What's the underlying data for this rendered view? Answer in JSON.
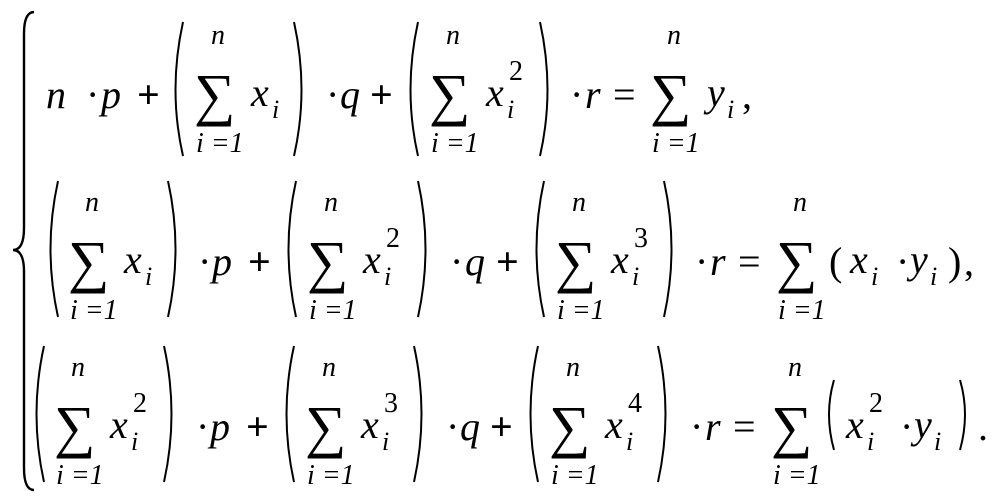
{
  "sigma": "∑",
  "upper": "n",
  "lower": "i =1",
  "op_plus": "+",
  "op_dot": "·",
  "op_eq": "=",
  "sub_i": "i",
  "sup2": "2",
  "sup3": "3",
  "sup4": "4",
  "var_n": "n",
  "var_x": "x",
  "var_y": "y",
  "coef_p": "p",
  "coef_q": "q",
  "coef_r": "r",
  "comma": ",",
  "period": ".",
  "lparen": "(",
  "rparen": ")"
}
